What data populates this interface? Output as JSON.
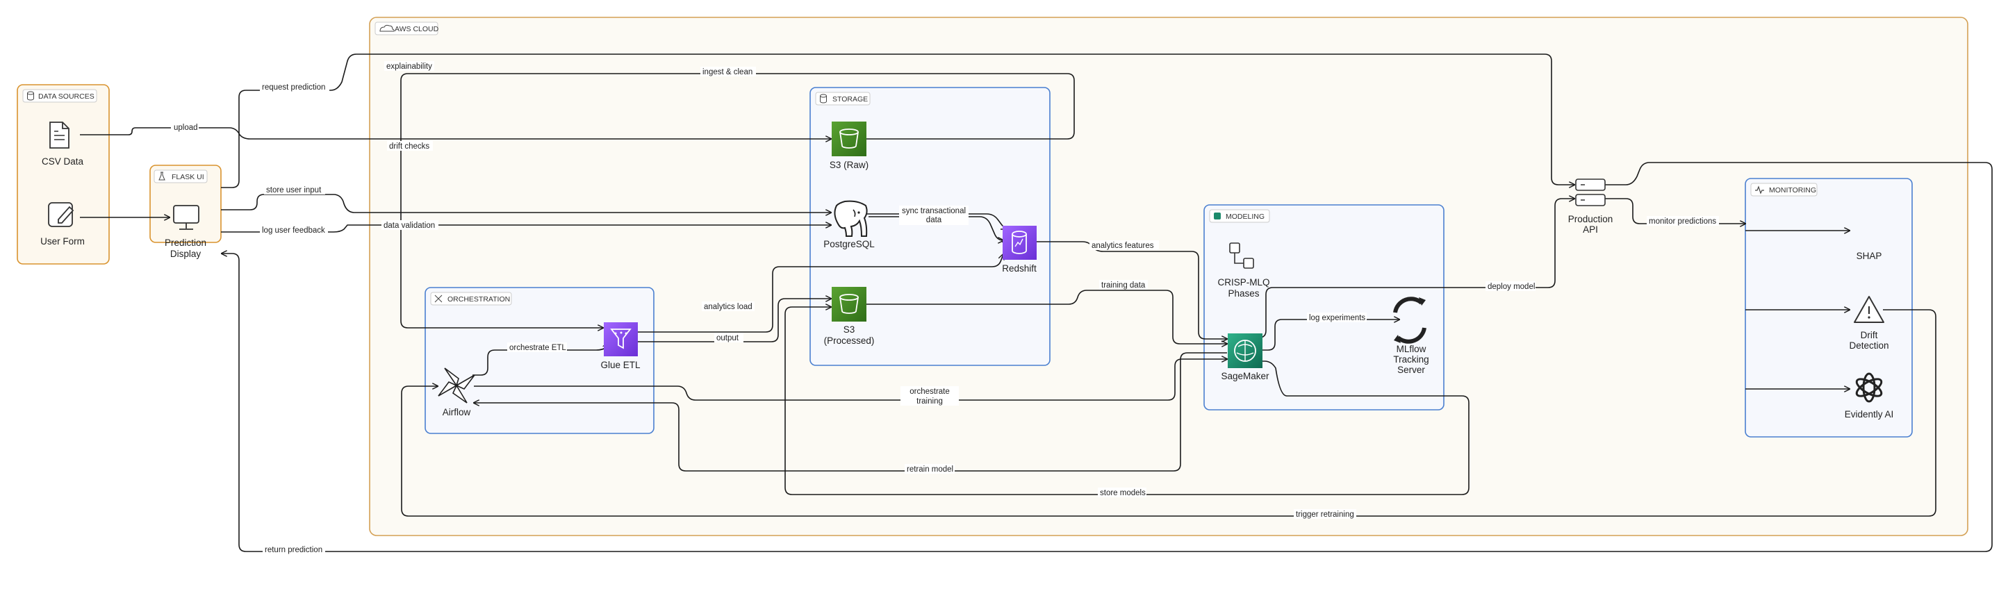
{
  "groups": {
    "aws_cloud": "AWS CLOUD",
    "data_sources": "DATA SOURCES",
    "flask_ui": "FLASK UI",
    "storage": "STORAGE",
    "orchestration": "ORCHESTRATION",
    "modeling": "MODELING",
    "monitoring": "MONITORING"
  },
  "nodes": {
    "csv_data": "CSV Data",
    "user_form": "User Form",
    "prediction_display_1": "Prediction",
    "prediction_display_2": "Display",
    "s3_raw": "S3 (Raw)",
    "postgresql": "PostgreSQL",
    "redshift": "Redshift",
    "s3_processed_1": "S3",
    "s3_processed_2": "(Processed)",
    "glue_etl": "Glue ETL",
    "airflow": "Airflow",
    "crisp_1": "CRISP-MLQ",
    "crisp_2": "Phases",
    "sagemaker": "SageMaker",
    "mlflow_1": "MLflow",
    "mlflow_2": "Tracking",
    "mlflow_3": "Server",
    "production_api_1": "Production",
    "production_api_2": "API",
    "shap": "SHAP",
    "drift_1": "Drift",
    "drift_2": "Detection",
    "evidently": "Evidently AI"
  },
  "edges": {
    "upload": "upload",
    "request_prediction": "request prediction",
    "explainability": "explainability",
    "ingest_clean": "ingest & clean",
    "drift_checks": "drift checks",
    "store_user_input": "store user input",
    "log_user_feedback": "log user feedback",
    "data_validation": "data validation",
    "sync_1": "sync transactional",
    "sync_2": "data",
    "analytics_features": "analytics features",
    "training_data": "training data",
    "deploy_model": "deploy model",
    "monitor_predictions": "monitor predictions",
    "analytics_load": "analytics load",
    "orchestrate_etl": "orchestrate ETL",
    "output": "output",
    "orchestrate_training_1": "orchestrate",
    "orchestrate_training_2": "training",
    "log_experiments": "log experiments",
    "retrain_model": "retrain model",
    "store_models": "store models",
    "trigger_retraining": "trigger retraining",
    "return_prediction": "return prediction"
  },
  "colors": {
    "aws_border": "#d4a054",
    "aws_fill": "#fcfaf4",
    "source_border": "#d9932e",
    "storage_border": "#4a7fd0",
    "group_fill": "#f6f8fd",
    "s3_green": "#3f8624",
    "purple": "#8c4fff",
    "sagemaker_teal": "#1b8a6b"
  }
}
